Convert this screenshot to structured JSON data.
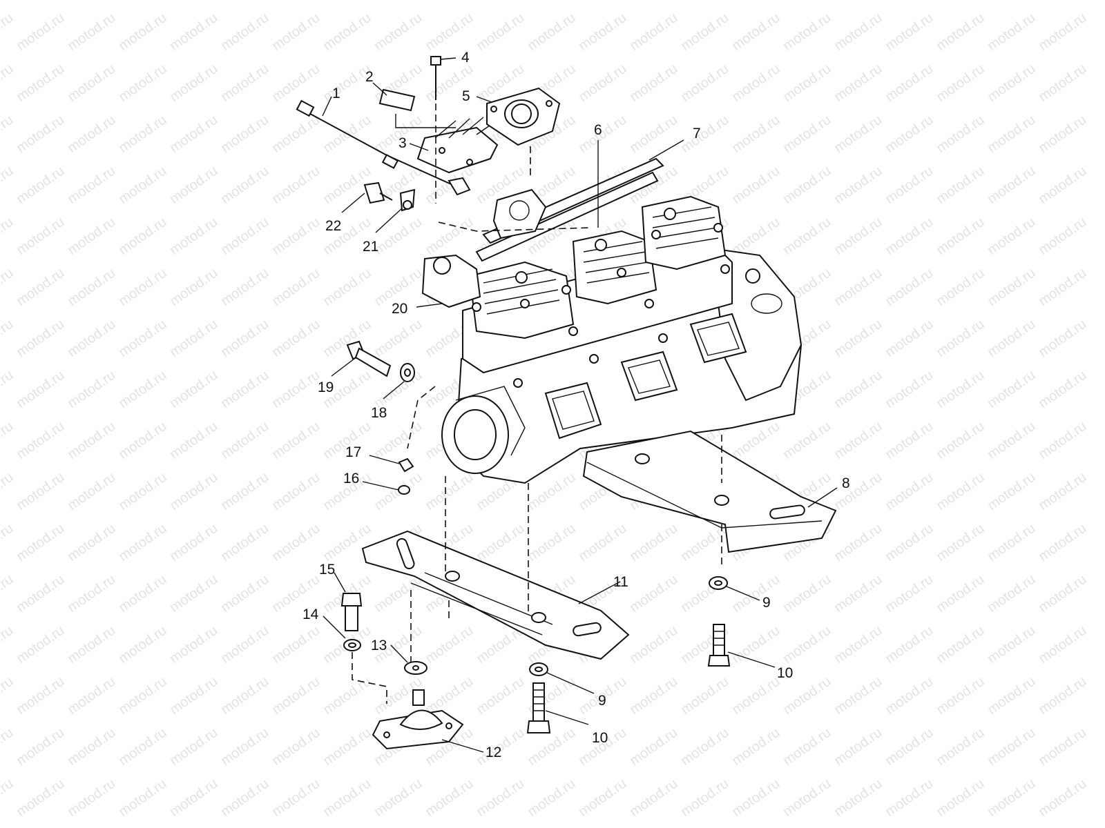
{
  "watermark": "motod.ru",
  "callouts": {
    "c1": "1",
    "c2": "2",
    "c3": "3",
    "c4": "4",
    "c5": "5",
    "c6": "6",
    "c7": "7",
    "c8": "8",
    "c9a": "9",
    "c9b": "9",
    "c10a": "10",
    "c10b": "10",
    "c11": "11",
    "c12": "12",
    "c13": "13",
    "c14": "14",
    "c15": "15",
    "c16": "16",
    "c17": "17",
    "c18": "18",
    "c19": "19",
    "c20": "20",
    "c21": "21",
    "c22": "22"
  }
}
